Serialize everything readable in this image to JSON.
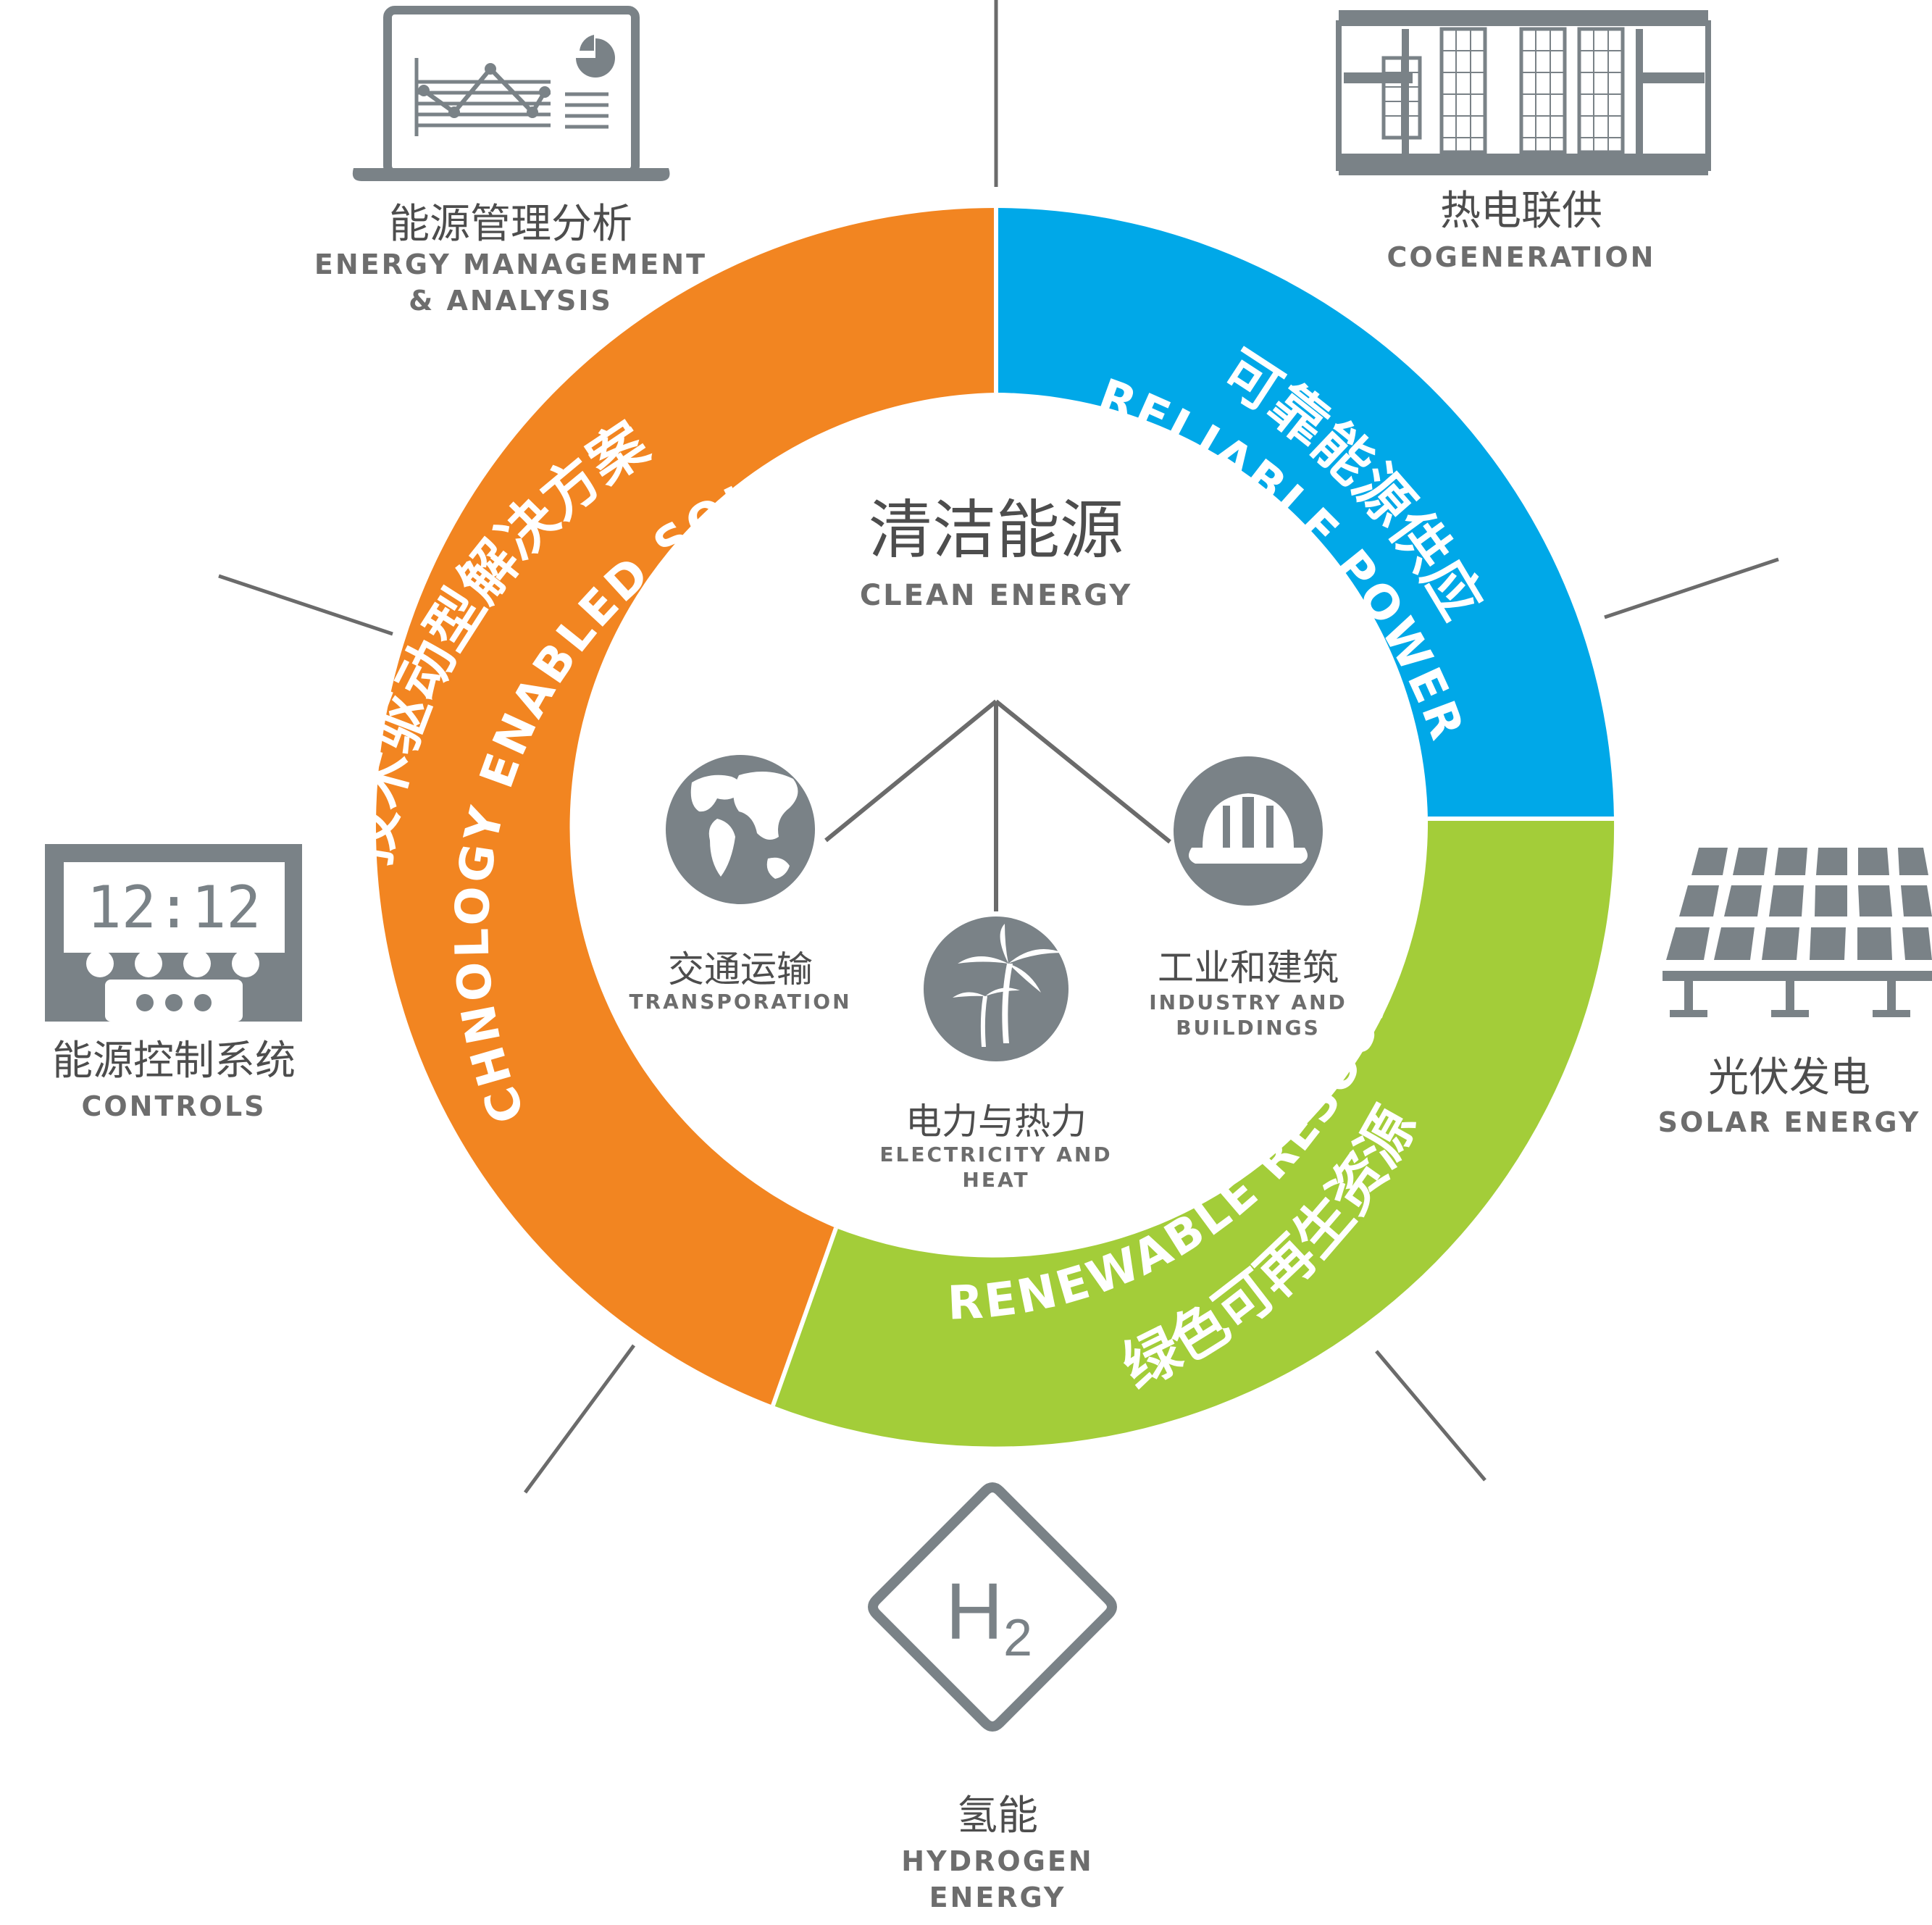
{
  "colors": {
    "orange": "#f28521",
    "blue": "#00a8e8",
    "green": "#a3cd39",
    "icon_gray": "#7a8287",
    "line_gray": "#6b6b6b"
  },
  "center": {
    "zh": "清洁能源",
    "en": "CLEAN ENERGY"
  },
  "ring": {
    "reliable": {
      "zh": "可靠能源供应",
      "en": "RELIABLE POWER"
    },
    "renewable": {
      "zh": "绿色可再生资源",
      "en": "RENEWABLE RESOURCE"
    },
    "technology": {
      "zh": "技术驱动型解决方案",
      "en": "TECHNOLOGY ENABLED SOLUTIONS"
    }
  },
  "sectors": {
    "transport": {
      "zh": "交通运输",
      "en": "TRANSPORATION",
      "icon": "globe-icon"
    },
    "electricity": {
      "zh": "电力与热力",
      "en1": "ELECTRICITY AND",
      "en2": "HEAT",
      "icon": "palm-tree-icon"
    },
    "industry": {
      "zh": "工业和建筑",
      "en1": "INDUSTRY AND",
      "en2": "BUILDINGS",
      "icon": "hard-hat-icon"
    }
  },
  "outer": {
    "ema": {
      "zh": "能源管理分析",
      "en1": "ENERGY MANAGEMENT",
      "en2": "& ANALYSIS",
      "icon": "laptop-chart-icon"
    },
    "cogen": {
      "zh": "热电联供",
      "en": "COGENERATION",
      "icon": "generator-icon"
    },
    "controls": {
      "zh": "能源控制系统",
      "en": "CONTROLS",
      "icon": "control-panel-icon",
      "display": "12:12"
    },
    "solar": {
      "zh": "光伏发电",
      "en": "SOLAR ENERGY",
      "icon": "solar-panel-icon"
    },
    "hydrogen": {
      "zh": "氢能",
      "en1": "HYDROGEN",
      "en2": "ENERGY",
      "icon": "hydrogen-icon",
      "symbol": "H",
      "subscript": "2"
    }
  }
}
